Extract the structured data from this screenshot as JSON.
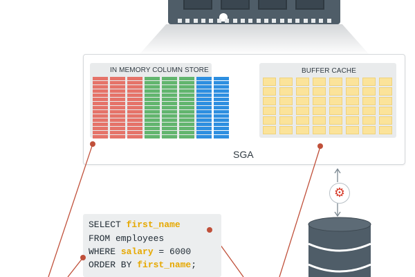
{
  "colors": {
    "ram": "#4f5d68",
    "connector": "#c0503a",
    "red_column": "#e57369",
    "green_column": "#62b56e",
    "blue_column": "#2e8fe0",
    "buffer_block": "#fbe39a",
    "sql_highlight": "#e6a800",
    "database": "#4f5d68"
  },
  "icons": {
    "ram": "ram-module-icon",
    "cog": "gear-icon",
    "database": "database-icon"
  },
  "sga": {
    "label": "SGA",
    "column_store": {
      "title": "IN MEMORY COLUMN STORE",
      "column_colors": [
        "red",
        "red",
        "red",
        "green",
        "green",
        "green",
        "blue",
        "blue"
      ]
    },
    "buffer_cache": {
      "title": "BUFFER CACHE",
      "columns": 8,
      "rows": 6
    }
  },
  "sql": {
    "lines": [
      {
        "prefix": "SELECT ",
        "highlight": "first_name",
        "suffix": ""
      },
      {
        "prefix": "FROM employees",
        "highlight": "",
        "suffix": ""
      },
      {
        "prefix": "WHERE ",
        "highlight": "salary",
        "suffix": " = 6000"
      },
      {
        "prefix": "ORDER BY ",
        "highlight": "first_name",
        "suffix": ";"
      }
    ]
  }
}
